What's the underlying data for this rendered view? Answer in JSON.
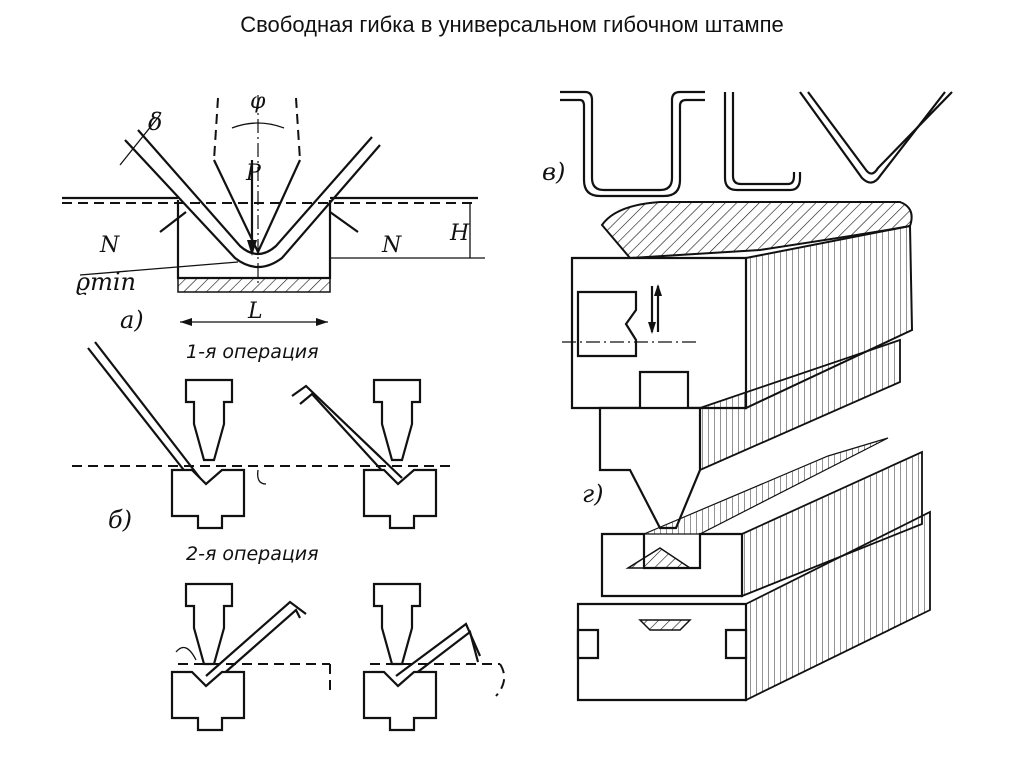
{
  "title": "Свободная гибка в универсальном гибочном штампе",
  "labels": {
    "delta": "δ",
    "phi": "φ",
    "P": "P",
    "N_left": "N",
    "N_right": "N",
    "H": "H",
    "L": "L",
    "rho_min": "ϱmin",
    "fig_a": "а)",
    "fig_b": "б)",
    "fig_v": "в)",
    "fig_g": "г)",
    "op1": "1-я  операция",
    "op2": "2-я  операция"
  },
  "colors": {
    "ink": "#111111",
    "background": "#ffffff"
  }
}
